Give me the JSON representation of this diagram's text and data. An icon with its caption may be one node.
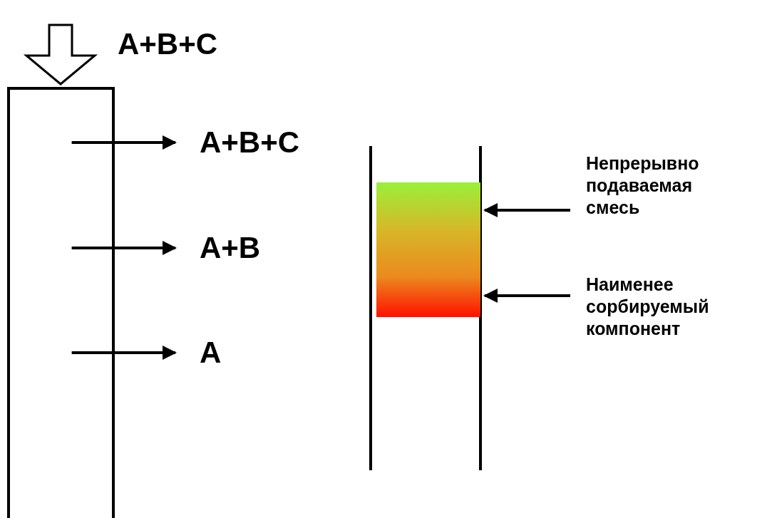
{
  "diagram": {
    "nodes": [
      {
        "text": [],
        "shape": "box"
      },
      {
        "text": [
          "A+B+C"
        ]
      },
      {
        "text": [
          "A+B"
        ]
      },
      {
        "text": [
          "A"
        ]
      },
      {
        "text": [],
        "shape": "box"
      },
      {
        "text": [],
        "shape": "bar",
        "in": 4
      },
      {
        "text": [
          "Непрерывно подаваемая смесь"
        ]
      },
      {
        "text": [
          "Наименее сорбируемый компонент"
        ]
      }
    ],
    "edges": [
      {
        "from": null,
        "to": 0,
        "arrow": "to",
        "label": "A+B+C",
        "style": "thick"
      },
      {
        "from": 0,
        "to": 1,
        "arrow": "to"
      },
      {
        "from": 0,
        "to": 2,
        "arrow": "to"
      },
      {
        "from": 0,
        "to": 3,
        "arrow": "to"
      },
      {
        "from": 6,
        "to": 4,
        "arrow": "to"
      },
      {
        "from": 7,
        "to": 4,
        "arrow": "to"
      }
    ]
  }
}
